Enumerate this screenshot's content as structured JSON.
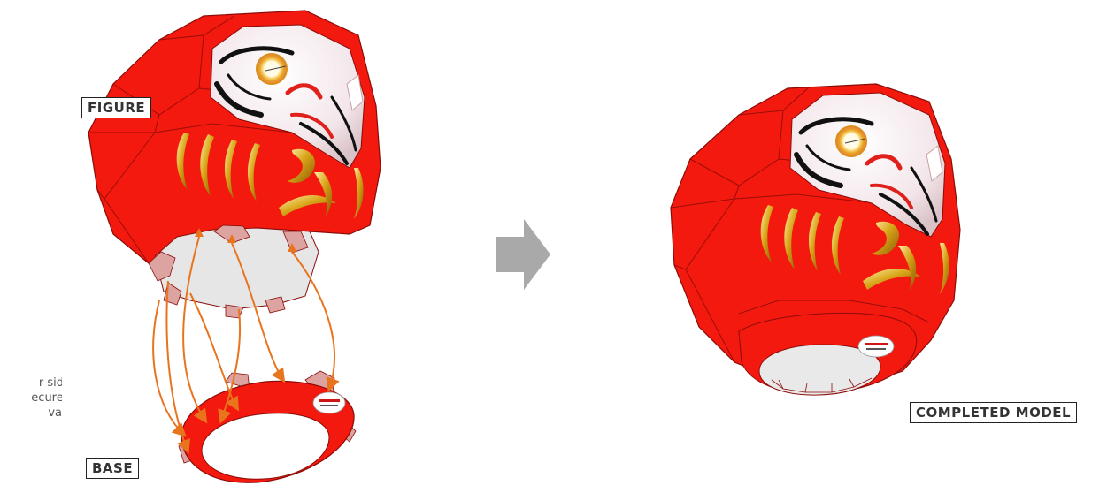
{
  "labels": {
    "figure": "FIGURE",
    "base": "BASE",
    "completed": "COMPLETED MODEL"
  },
  "note": {
    "line1": "r side",
    "line2": "ecured",
    "line3": "vay."
  },
  "colors": {
    "body_red": "#f4190e",
    "edge_dark": "#8a0c08",
    "tab_pink": "#dca3a0",
    "arrow_orange": "#e8741e",
    "flow_arrow_gray": "#a9a9a9",
    "gold": "#d8a417"
  },
  "icons": {
    "flow_arrow": "right-arrow-icon"
  }
}
